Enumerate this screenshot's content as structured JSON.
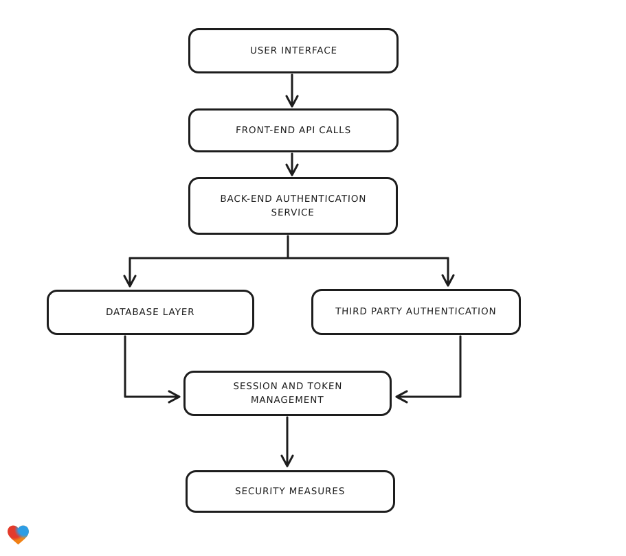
{
  "diagram": {
    "type": "flowchart",
    "style": "hand-drawn",
    "nodes": [
      {
        "id": "user-interface",
        "label": "USER INTERFACE"
      },
      {
        "id": "front-end-api-calls",
        "label": "FRONT-END API CALLS"
      },
      {
        "id": "back-end-authentication-service",
        "label": "BACK-END AUTHENTICATION\nSERVICE"
      },
      {
        "id": "database-layer",
        "label": "DATABASE LAYER"
      },
      {
        "id": "third-party-authentication",
        "label": "THIRD PARTY AUTHENTICATION"
      },
      {
        "id": "session-and-token-management",
        "label": "SESSION AND TOKEN\nMANAGEMENT"
      },
      {
        "id": "security-measures",
        "label": "SECURITY MEASURES"
      }
    ],
    "edges": [
      {
        "from": "user-interface",
        "to": "front-end-api-calls"
      },
      {
        "from": "front-end-api-calls",
        "to": "back-end-authentication-service"
      },
      {
        "from": "back-end-authentication-service",
        "to": "database-layer"
      },
      {
        "from": "back-end-authentication-service",
        "to": "third-party-authentication"
      },
      {
        "from": "database-layer",
        "to": "session-and-token-management"
      },
      {
        "from": "third-party-authentication",
        "to": "session-and-token-management"
      },
      {
        "from": "session-and-token-management",
        "to": "security-measures"
      }
    ]
  },
  "colors": {
    "stroke": "#1d1d1d",
    "background": "#ffffff",
    "heart_red": "#e33a2c",
    "heart_green": "#4fae52",
    "heart_blue": "#2d9de4",
    "heart_orange": "#f59b1e",
    "heart_orange_deep": "#f07c12"
  },
  "logo": {
    "name": "gradient-heart-logo"
  }
}
